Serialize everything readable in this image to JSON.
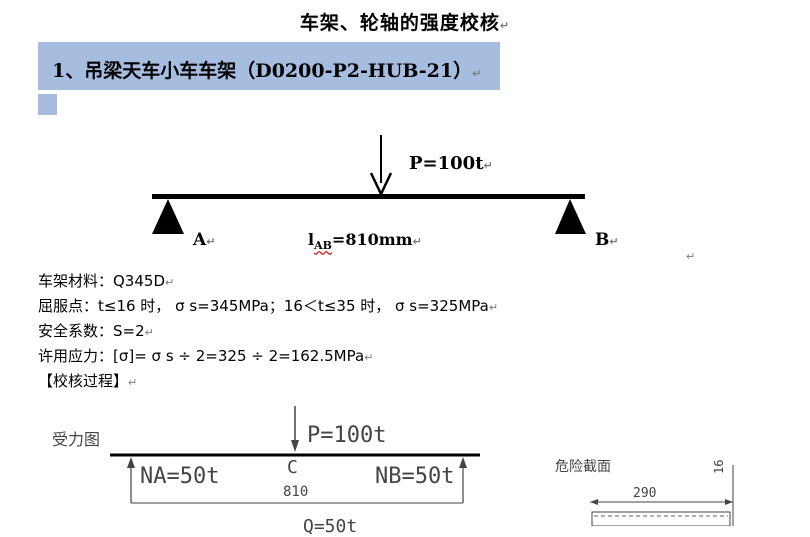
{
  "doc": {
    "title": "车架、轮轴的强度校核",
    "heading": "1、吊梁天车小车车架（D0200-P2-HUB-21）",
    "top_figure": {
      "load_label": "P=100t",
      "support_a": "A",
      "support_b": "B",
      "span_label_l": "l",
      "span_label_sub": "AB",
      "span_label_val": "=810mm"
    },
    "lines": {
      "material": "车架材料：Q345D",
      "yield": "屈服点：t≤16 时， σ s=345MPa；16＜t≤35 时， σ s=325MPa",
      "safety": "安全系数：S=2",
      "allowable": "许用应力：[σ]= σ s ÷ 2=325 ÷ 2=162.5MPa",
      "process": "【校核过程】"
    },
    "force_diagram": {
      "caption": "受力图",
      "load": "P=100t",
      "point_c": "C",
      "reaction_a": "NA=50t",
      "reaction_b": "NB=50t",
      "span": "810"
    },
    "section": {
      "caption": "危险截面",
      "width": "290",
      "thickness": "16"
    },
    "cut_off_bottom_text": "Q=50t"
  }
}
